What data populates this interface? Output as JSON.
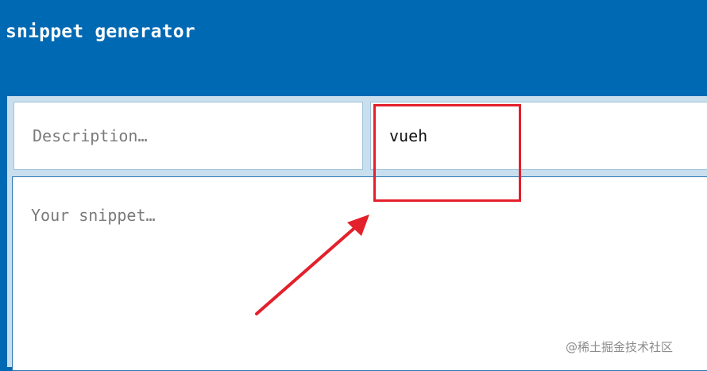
{
  "app": {
    "title": "snippet generator"
  },
  "form": {
    "description": {
      "placeholder": "Description…",
      "value": ""
    },
    "prefix": {
      "placeholder": "",
      "value": "vueh"
    },
    "snippet": {
      "placeholder": "Your snippet…",
      "value": ""
    }
  },
  "annotation": {
    "highlight_color": "#e3202b"
  },
  "watermark": {
    "text": "@稀土掘金技术社区"
  },
  "colors": {
    "header_bg": "#0069b3",
    "panel_bg": "#c9dfee",
    "field_bg": "#ffffff"
  }
}
